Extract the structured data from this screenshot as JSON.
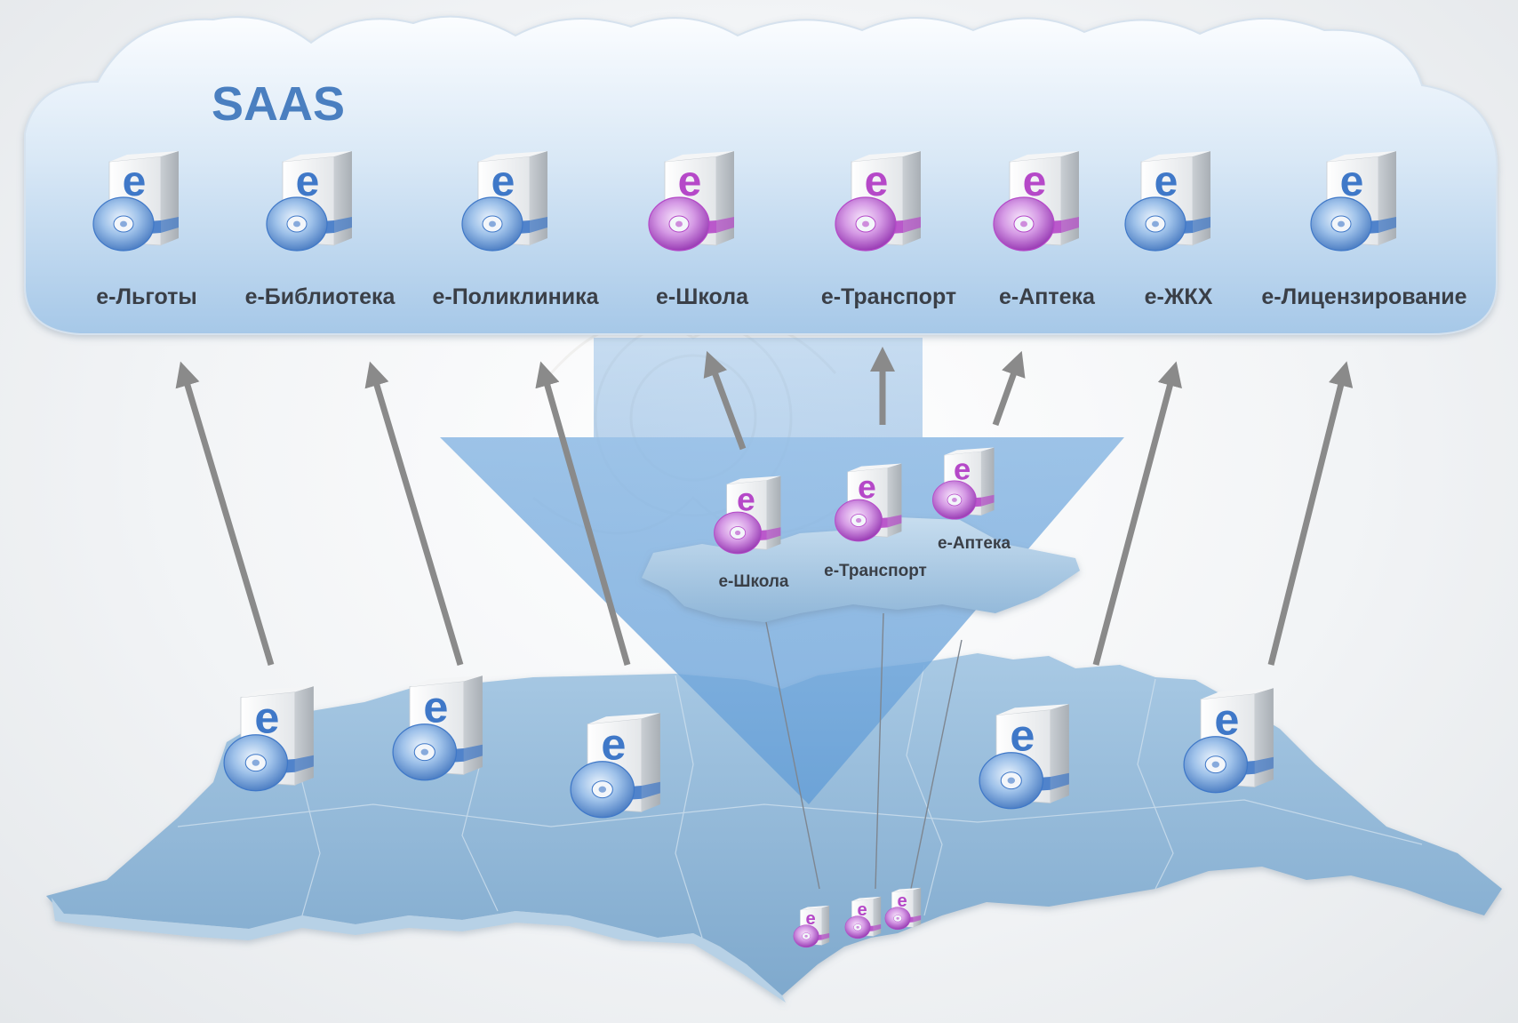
{
  "title": "SAAS",
  "colors": {
    "title": "#4a7fc0",
    "cloud_top": "#f7fafd",
    "cloud_bottom": "#a9cbea",
    "map": "#8fb6d6",
    "map_dark": "#6f9fc6",
    "funnel": "#9ec6ea",
    "arrow": "#8a8a8a",
    "icon_blue": "#3f78c8",
    "icon_purple": "#b548c8"
  },
  "cloud_products": [
    {
      "label": "e-Льготы",
      "icon": "software-box-icon",
      "variant": "blue"
    },
    {
      "label": "e-Библиотека",
      "icon": "software-box-icon",
      "variant": "blue"
    },
    {
      "label": "e-Поликлиника",
      "icon": "software-box-icon",
      "variant": "blue"
    },
    {
      "label": "e-Школа",
      "icon": "software-box-icon",
      "variant": "purple"
    },
    {
      "label": "e-Транспорт",
      "icon": "software-box-icon",
      "variant": "purple"
    },
    {
      "label": "e-Аптека",
      "icon": "software-box-icon",
      "variant": "purple"
    },
    {
      "label": "e-ЖКХ",
      "icon": "software-box-icon",
      "variant": "blue"
    },
    {
      "label": "e-Лицензирование",
      "icon": "software-box-icon",
      "variant": "blue"
    }
  ],
  "region_products": [
    {
      "label": "e-Школа",
      "icon": "software-box-icon",
      "variant": "purple"
    },
    {
      "label": "e-Транспорт",
      "icon": "software-box-icon",
      "variant": "purple"
    },
    {
      "label": "e-Аптека",
      "icon": "software-box-icon",
      "variant": "purple"
    }
  ],
  "map_products": [
    {
      "icon": "software-box-icon",
      "variant": "blue"
    },
    {
      "icon": "software-box-icon",
      "variant": "blue"
    },
    {
      "icon": "software-box-icon",
      "variant": "blue"
    },
    {
      "icon": "software-box-icon",
      "variant": "blue"
    },
    {
      "icon": "software-box-icon",
      "variant": "blue"
    }
  ],
  "mini_products": [
    {
      "icon": "software-box-icon",
      "variant": "purple"
    },
    {
      "icon": "software-box-icon",
      "variant": "purple"
    },
    {
      "icon": "software-box-icon",
      "variant": "purple"
    }
  ]
}
